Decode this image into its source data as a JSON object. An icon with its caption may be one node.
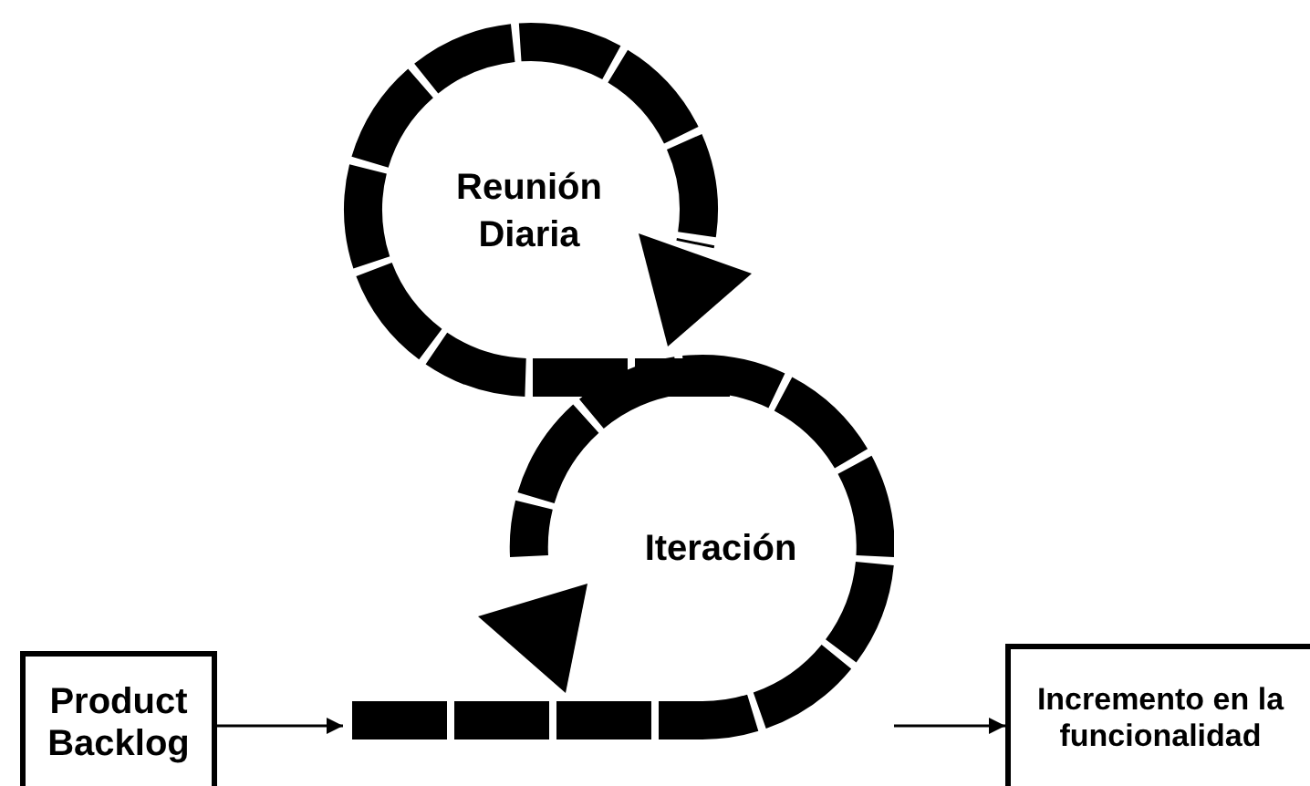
{
  "diagram": {
    "nodes": [
      {
        "text": [
          "Product Backlog"
        ]
      },
      {
        "text": [
          "Incremento en la funcionalidad"
        ]
      },
      {
        "text": [],
        "shape": "picture"
      }
    ],
    "edges": [
      {
        "from": 0,
        "to": 2,
        "arrow": "to"
      },
      {
        "from": 2,
        "to": 1,
        "arrow": "to"
      }
    ],
    "labels": [
      "Reunión Diaria",
      "Iteración"
    ]
  }
}
